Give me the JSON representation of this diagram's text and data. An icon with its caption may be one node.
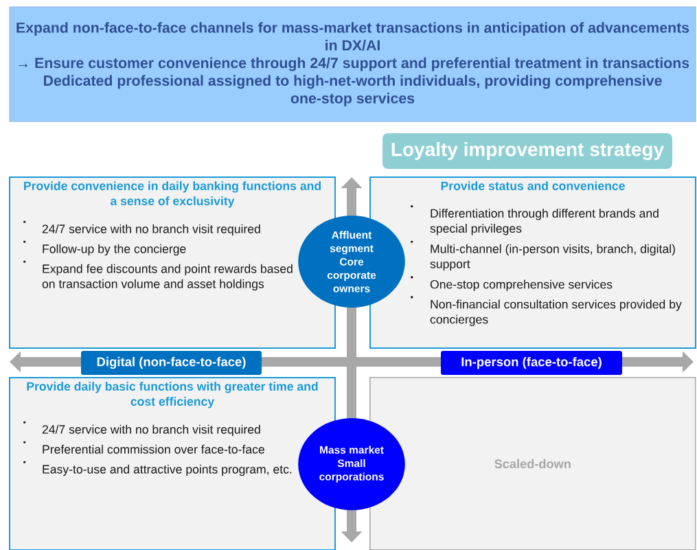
{
  "diagram": {
    "nodes": [
      {
        "text": [
          "Expand non-face-to-face channels for mass-market transactions in anticipation of advancements in DX/AI",
          "→ Ensure customer convenience through 24/7 support and preferential treatment in transactions",
          "Dedicated professional assigned to high-net-worth individuals, providing comprehensive one-stop services"
        ]
      },
      {
        "text": [
          "Loyalty improvement strategy"
        ]
      },
      {
        "text": [
          "Provide convenience in daily banking functions and a sense of exclusivity",
          "24/7 service with no branch visit required",
          "Follow-up by the concierge",
          "Expand fee discounts and point rewards based on transaction volume and asset holdings"
        ]
      },
      {
        "text": [
          "Affluent segment",
          "Core corporate owners"
        ]
      },
      {
        "text": [
          "Provide status and convenience",
          "Differentiation through different brands and special privileges",
          "Multi-channel (in-person visits, branch, digital) support",
          "One-stop comprehensive services",
          "Non-financial consultation services provided by concierges"
        ]
      },
      {
        "text": [
          "Digital (non-face-to-face)"
        ]
      },
      {
        "text": [
          "In-person (face-to-face)"
        ]
      },
      {
        "text": [
          "Provide daily basic functions with greater time and cost efficiency",
          "24/7 service with no branch visit required",
          "Preferential commission over face-to-face",
          "Easy-to-use and attractive points program, etc."
        ]
      },
      {
        "text": [
          "Mass market",
          "Small corporations"
        ]
      },
      {
        "text": [
          "Scaled-down"
        ]
      }
    ]
  }
}
